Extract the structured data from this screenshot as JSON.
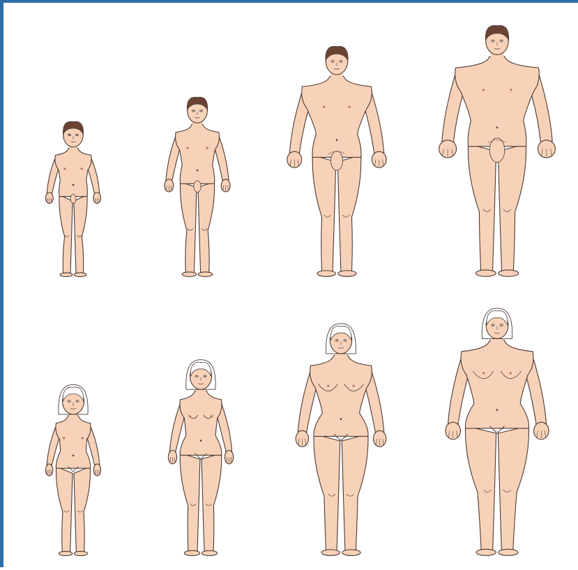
{
  "frame": {
    "border_color": "#2e6fa8",
    "background": "#ffffff"
  },
  "palette": {
    "skin": "#f8d2b8",
    "outline": "#4a3a35",
    "male_hair": "#6b4335",
    "female_hair": "#ffffff"
  },
  "rows": [
    {
      "sex": "male",
      "figures": [
        {
          "stage": "child"
        },
        {
          "stage": "older-child"
        },
        {
          "stage": "young-adult"
        },
        {
          "stage": "adult"
        }
      ]
    },
    {
      "sex": "female",
      "figures": [
        {
          "stage": "child"
        },
        {
          "stage": "older-child"
        },
        {
          "stage": "young-adult"
        },
        {
          "stage": "adult"
        }
      ]
    }
  ]
}
